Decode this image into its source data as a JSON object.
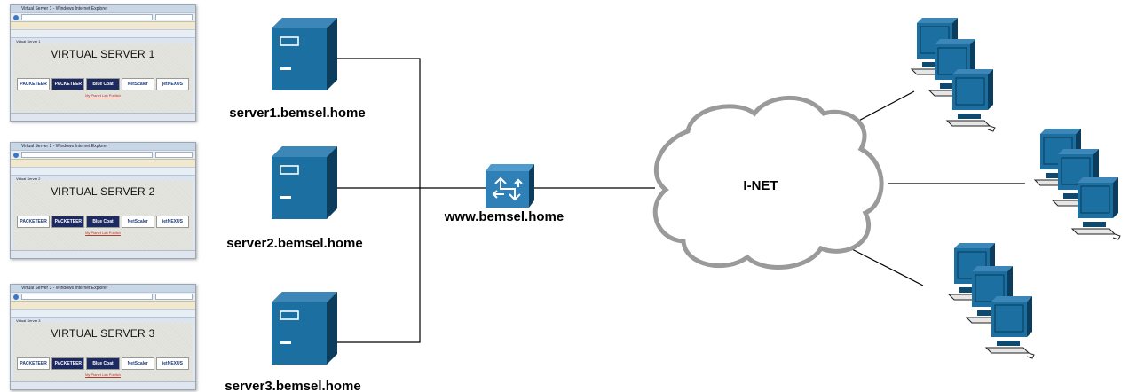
{
  "servers": [
    {
      "label": "server1.bemsel.home"
    },
    {
      "label": "server2.bemsel.home"
    },
    {
      "label": "server3.bemsel.home"
    }
  ],
  "router": {
    "label": "www.bemsel.home"
  },
  "cloud": {
    "label": "I-NET"
  },
  "screenshots": [
    {
      "heading": "VIRTUAL SERVER 1",
      "window_title": "Virtual Server 1 - Windows Internet Explorer",
      "tab_title": "Virtual Server 1",
      "link": "My Planet Lab Publish"
    },
    {
      "heading": "VIRTUAL SERVER 2",
      "window_title": "Virtual Server 2 - Windows Internet Explorer",
      "tab_title": "Virtual Server 2",
      "link": "My Planet Lab Publish"
    },
    {
      "heading": "VIRTUAL SERVER 3",
      "window_title": "Virtual Server 3 - Windows Internet Explorer",
      "tab_title": "Virtual Server 3",
      "link": "My Planet Lab Publish"
    }
  ],
  "screenshot_logos": [
    "PACKETEER",
    "PACKETEER",
    "Blue Coat",
    "NetScaler",
    "jetNEXUS"
  ],
  "colors": {
    "device_blue": "#1c6fa1",
    "device_dark": "#0f4a6e",
    "line": "#000000",
    "cloud_stroke": "#9a9a9a"
  },
  "icons": {
    "server": "tower-server-icon",
    "router": "router-switch-icon",
    "cloud": "cloud-icon",
    "workstation": "workstation-icon"
  }
}
